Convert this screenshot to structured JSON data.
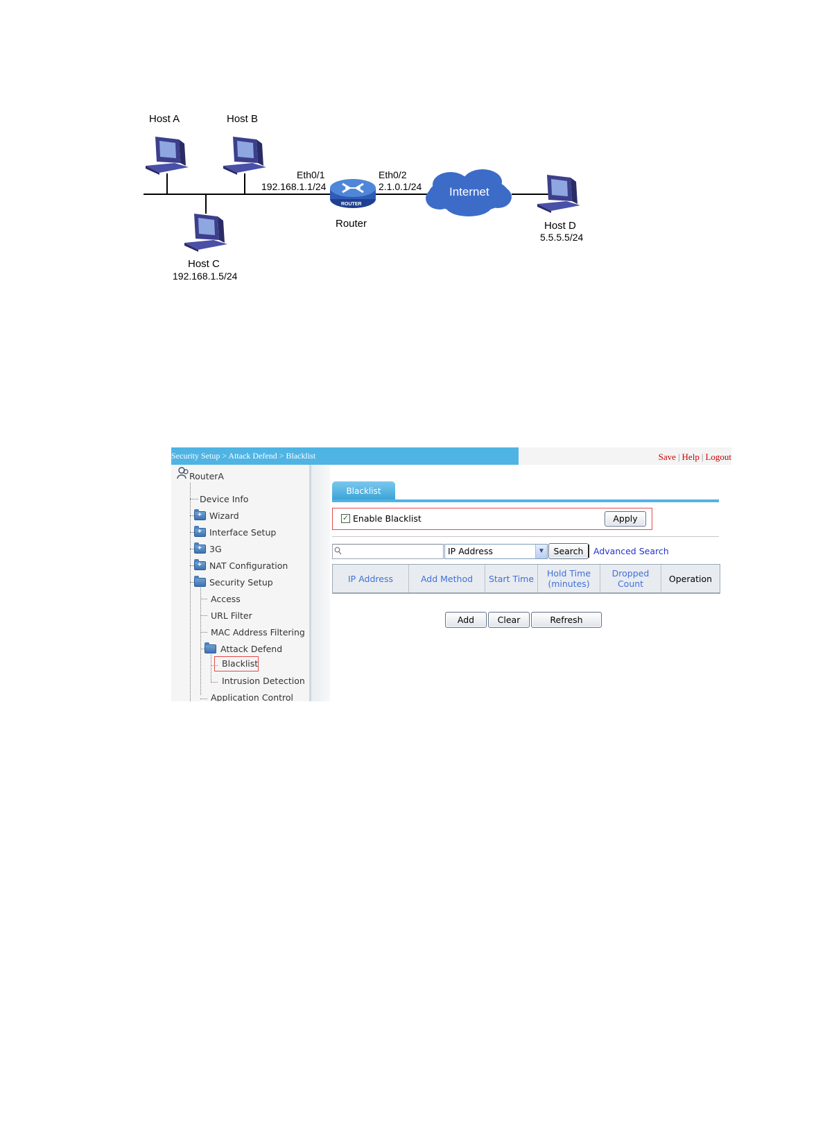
{
  "diagram": {
    "host_a": "Host A",
    "host_b": "Host B",
    "host_c": "Host C",
    "host_c_ip": "192.168.1.5/24",
    "router": "Router",
    "router_badge": "ROUTER",
    "eth01": "Eth0/1",
    "eth01_ip": "192.168.1.1/24",
    "eth02": "Eth0/2",
    "eth02_ip": "2.1.0.1/24",
    "internet": "Internet",
    "host_d": "Host D",
    "host_d_ip": "5.5.5.5/24"
  },
  "screenshot": {
    "breadcrumb": "Security Setup > Attack Defend > Blacklist",
    "top_links": {
      "save": "Save",
      "help": "Help",
      "logout": "Logout",
      "separator": "|"
    },
    "nav": {
      "root": "RouterA",
      "items": [
        {
          "label": "Device Info"
        },
        {
          "label": "Wizard"
        },
        {
          "label": "Interface Setup"
        },
        {
          "label": "3G"
        },
        {
          "label": "NAT Configuration"
        },
        {
          "label": "Security Setup"
        },
        {
          "label": "Access"
        },
        {
          "label": "URL Filter"
        },
        {
          "label": "MAC Address Filtering"
        },
        {
          "label": "Attack Defend"
        },
        {
          "label": "Blacklist"
        },
        {
          "label": "Intrusion Detection"
        },
        {
          "label": "Application Control"
        }
      ]
    },
    "tab": "Blacklist",
    "enable_label": "Enable Blacklist",
    "enable_checked": true,
    "apply_button": "Apply",
    "search": {
      "value": "",
      "select_value": "IP Address",
      "button": "Search",
      "advanced": "Advanced Search"
    },
    "table_headers": [
      "IP Address",
      "Add Method",
      "Start Time",
      "Hold Time (minutes)",
      "Dropped Count",
      "Operation"
    ],
    "buttons": {
      "add": "Add",
      "clear": "Clear",
      "refresh": "Refresh"
    },
    "colors": {
      "accent": "#4fb4e4",
      "header_link": "#3f6fd8",
      "highlight_box": "#e34b4b",
      "top_links": "#cc0000"
    }
  }
}
